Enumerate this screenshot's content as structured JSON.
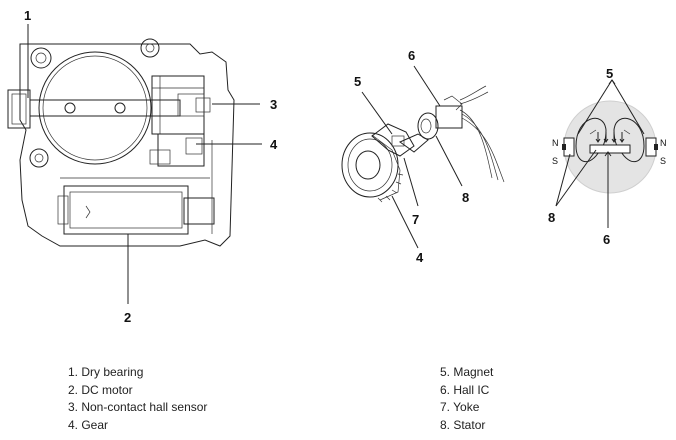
{
  "callouts": {
    "throttle": {
      "c1": "1",
      "c2": "2",
      "c3": "3",
      "c4": "4"
    },
    "exploded": {
      "c4": "4",
      "c5": "5",
      "c6": "6",
      "c7": "7",
      "c8": "8"
    },
    "schematic": {
      "c5": "5",
      "c6": "6",
      "c8": "8",
      "n_left": "N",
      "s_left": "S",
      "n_right": "N",
      "s_right": "S"
    }
  },
  "legend": {
    "left": [
      "1. Dry bearing",
      "2. DC motor",
      "3. Non-contact hall sensor",
      "4. Gear"
    ],
    "right": [
      "5. Magnet",
      "6. Hall IC",
      "7. Yoke",
      "8. Stator"
    ]
  }
}
